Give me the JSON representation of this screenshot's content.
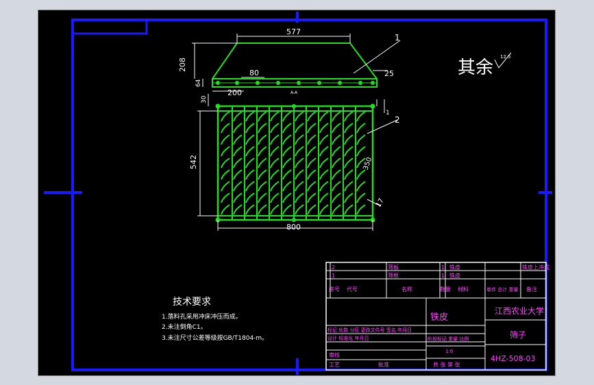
{
  "drawing": {
    "remark_label": "其余",
    "roughness_value": "12.5",
    "dims": {
      "top_width": "577",
      "height_total": "208",
      "rim_height": "64",
      "slot_spacing": "80",
      "side_offset": "25",
      "left_offset": "200",
      "section_label": "A-A",
      "gap_30": "30",
      "plate_height": "542",
      "plate_width": "800",
      "diag_350": "350",
      "hole_17": "17",
      "side_1": "1"
    },
    "balloons": [
      "1",
      "2"
    ]
  },
  "tech_requirements": {
    "title": "技术要求",
    "items": [
      "1.落料孔采用冲床冲压而成。",
      "2.未注倒角C1。",
      "3.未注尺寸公差等级按GB/T1804-m。"
    ]
  },
  "title_block": {
    "bom_rows": [
      {
        "idx": "2",
        "name": "筛板",
        "qty": "1",
        "material": "铁皮",
        "remark": "铁皮上冲成"
      },
      {
        "idx": "1",
        "name": "筛框",
        "qty": "1",
        "material": "铁皮",
        "remark": ""
      }
    ],
    "bom_header": [
      "序号",
      "代号",
      "名称",
      "数量",
      "材料",
      "单件 总计 重量",
      "备注"
    ],
    "material": "铁皮",
    "school": "江西农业大学",
    "part_name": "筛子",
    "drawing_no": "4HZ-508-03",
    "scale": "1:6",
    "row_mark": "标记 处数 分区 更改文件号 签名 年月日",
    "row_design": "设计 标准化 年月日",
    "row_stage": "阶段标记 重量 比例",
    "row_review": "审核",
    "row_craft": "工艺",
    "row_approve": "批准",
    "sheet_info": "共 张 第 张"
  }
}
